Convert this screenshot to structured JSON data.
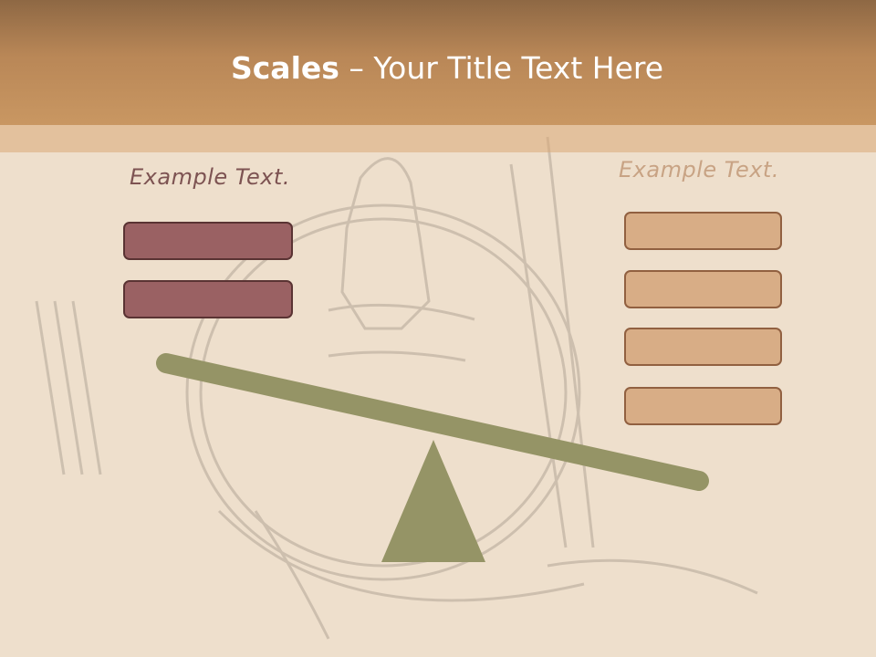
{
  "slide": {
    "title_bold": "Scales",
    "title_rest": " – Your Title Text Here",
    "left_label": "Example Text.",
    "right_label": "Example Text."
  },
  "colors": {
    "background": "#eedfcc",
    "title_bar": "#c99762",
    "left_box": "#9a6163",
    "right_box": "#d8ad86",
    "beam": "#959466",
    "fulcrum": "#959466"
  },
  "left_boxes": [
    "",
    ""
  ],
  "right_boxes": [
    "",
    "",
    "",
    ""
  ]
}
